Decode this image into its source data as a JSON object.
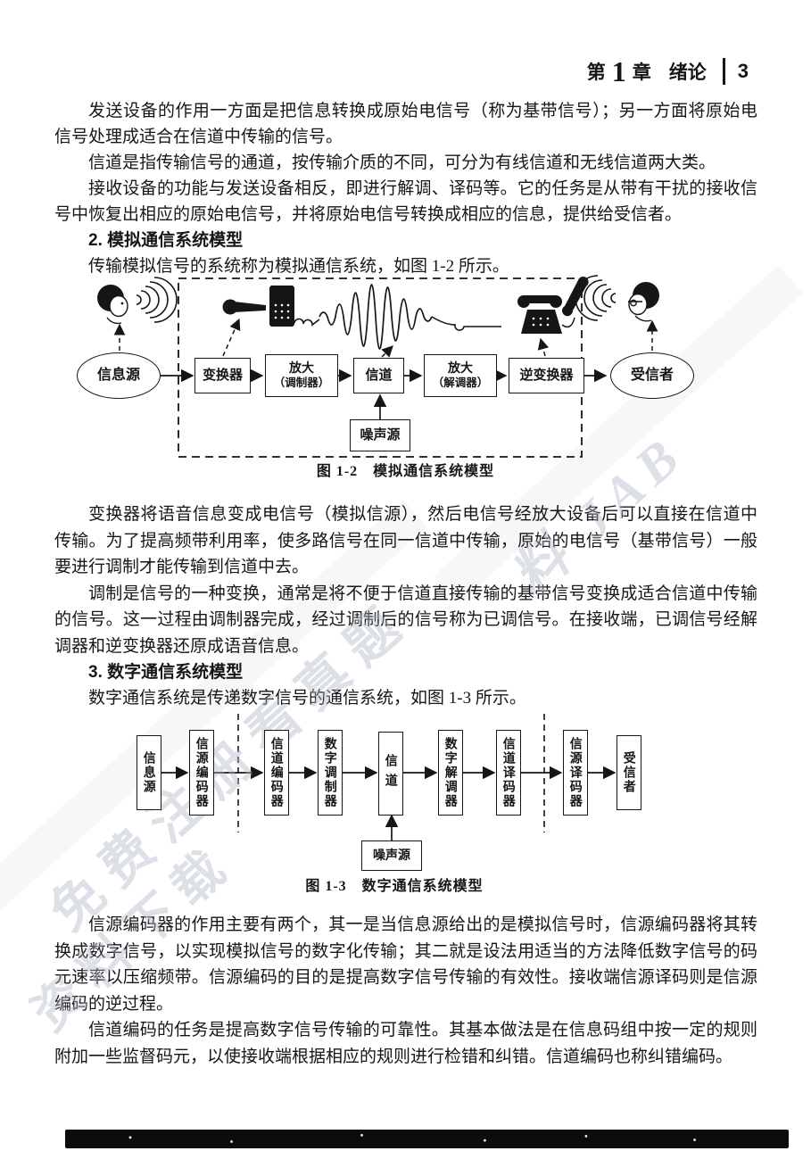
{
  "page_header": {
    "chapter_label_pre": "第",
    "chapter_number": "1",
    "chapter_label_post": "章",
    "chapter_title": "绪论",
    "page_number": "3"
  },
  "content": {
    "para_transmit": "发送设备的作用一方面是把信息转换成原始电信号（称为基带信号）；另一方面将原始电信号处理成适合在信道中传输的信号。",
    "para_channel": "信道是指传输信号的通道，按传输介质的不同，可分为有线信道和无线信道两大类。",
    "para_receive": "接收设备的功能与发送设备相反，即进行解调、译码等。它的任务是从带有干扰的接收信号中恢复出相应的原始电信号，并将原始电信号转换成相应的信息，提供给受信者。",
    "heading_analog": "2. 模拟通信系统模型",
    "para_analog_intro": "传输模拟信号的系统称为模拟通信系统，如图 1-2 所示。",
    "para_converter": "变换器将语音信息变成电信号（模拟信源），然后电信号经放大设备后可以直接在信道中传输。为了提高频带利用率，使多路信号在同一信道中传输，原始的电信号（基带信号）一般要进行调制才能传输到信道中去。",
    "para_modulation": "调制是信号的一种变换，通常是将不便于信道直接传输的基带信号变换成适合信道中传输的信号。这一过程由调制器完成，经过调制后的信号称为已调信号。在接收端，已调信号经解调器和逆变换器还原成语音信息。",
    "heading_digital": "3. 数字通信系统模型",
    "para_digital_intro": "数字通信系统是传递数字信号的通信系统，如图 1-3 所示。",
    "para_source_coding": "信源编码器的作用主要有两个，其一是当信息源给出的是模拟信号时，信源编码器将其转换成数字信号，以实现模拟信号的数字化传输；其二就是设法用适当的方法降低数字信号的码元速率以压缩频带。信源编码的目的是提高数字信号传输的有效性。接收端信源译码则是信源编码的逆过程。",
    "para_channel_coding": "信道编码的任务是提高数字信号传输的可靠性。其基本做法是在信息码组中按一定的规则附加一些监督码元，以使接收端根据相应的规则进行检错和纠错。信道编码也称纠错编码。"
  },
  "figure_1_2": {
    "caption": "图 1-2　模拟通信系统模型",
    "source": "信息源",
    "converter": "变换器",
    "amplifier_modulator_line1": "放大",
    "amplifier_modulator_line2": "（调制器）",
    "channel": "信道",
    "amplifier_demodulator_line1": "放大",
    "amplifier_demodulator_line2": "（解调器）",
    "inverse_converter": "逆变换器",
    "receiver": "受信者",
    "noise_source": "噪声源"
  },
  "figure_1_3": {
    "caption": "图 1-3　数字通信系统模型",
    "nodes": [
      "信息源",
      "信源编码器",
      "信道编码器",
      "数字调制器",
      "信道",
      "数字解调器",
      "信道译码器",
      "信源译码器",
      "受信者"
    ],
    "noise_source": "噪声源"
  },
  "watermark": {
    "diag_text_1": "免费注册看真题",
    "diag_text_2": "资料下载",
    "diag_text_3": "料 JAB"
  },
  "colors": {
    "ink": "#161616",
    "paper": "#ffffff",
    "watermark": "#afb7c5"
  }
}
